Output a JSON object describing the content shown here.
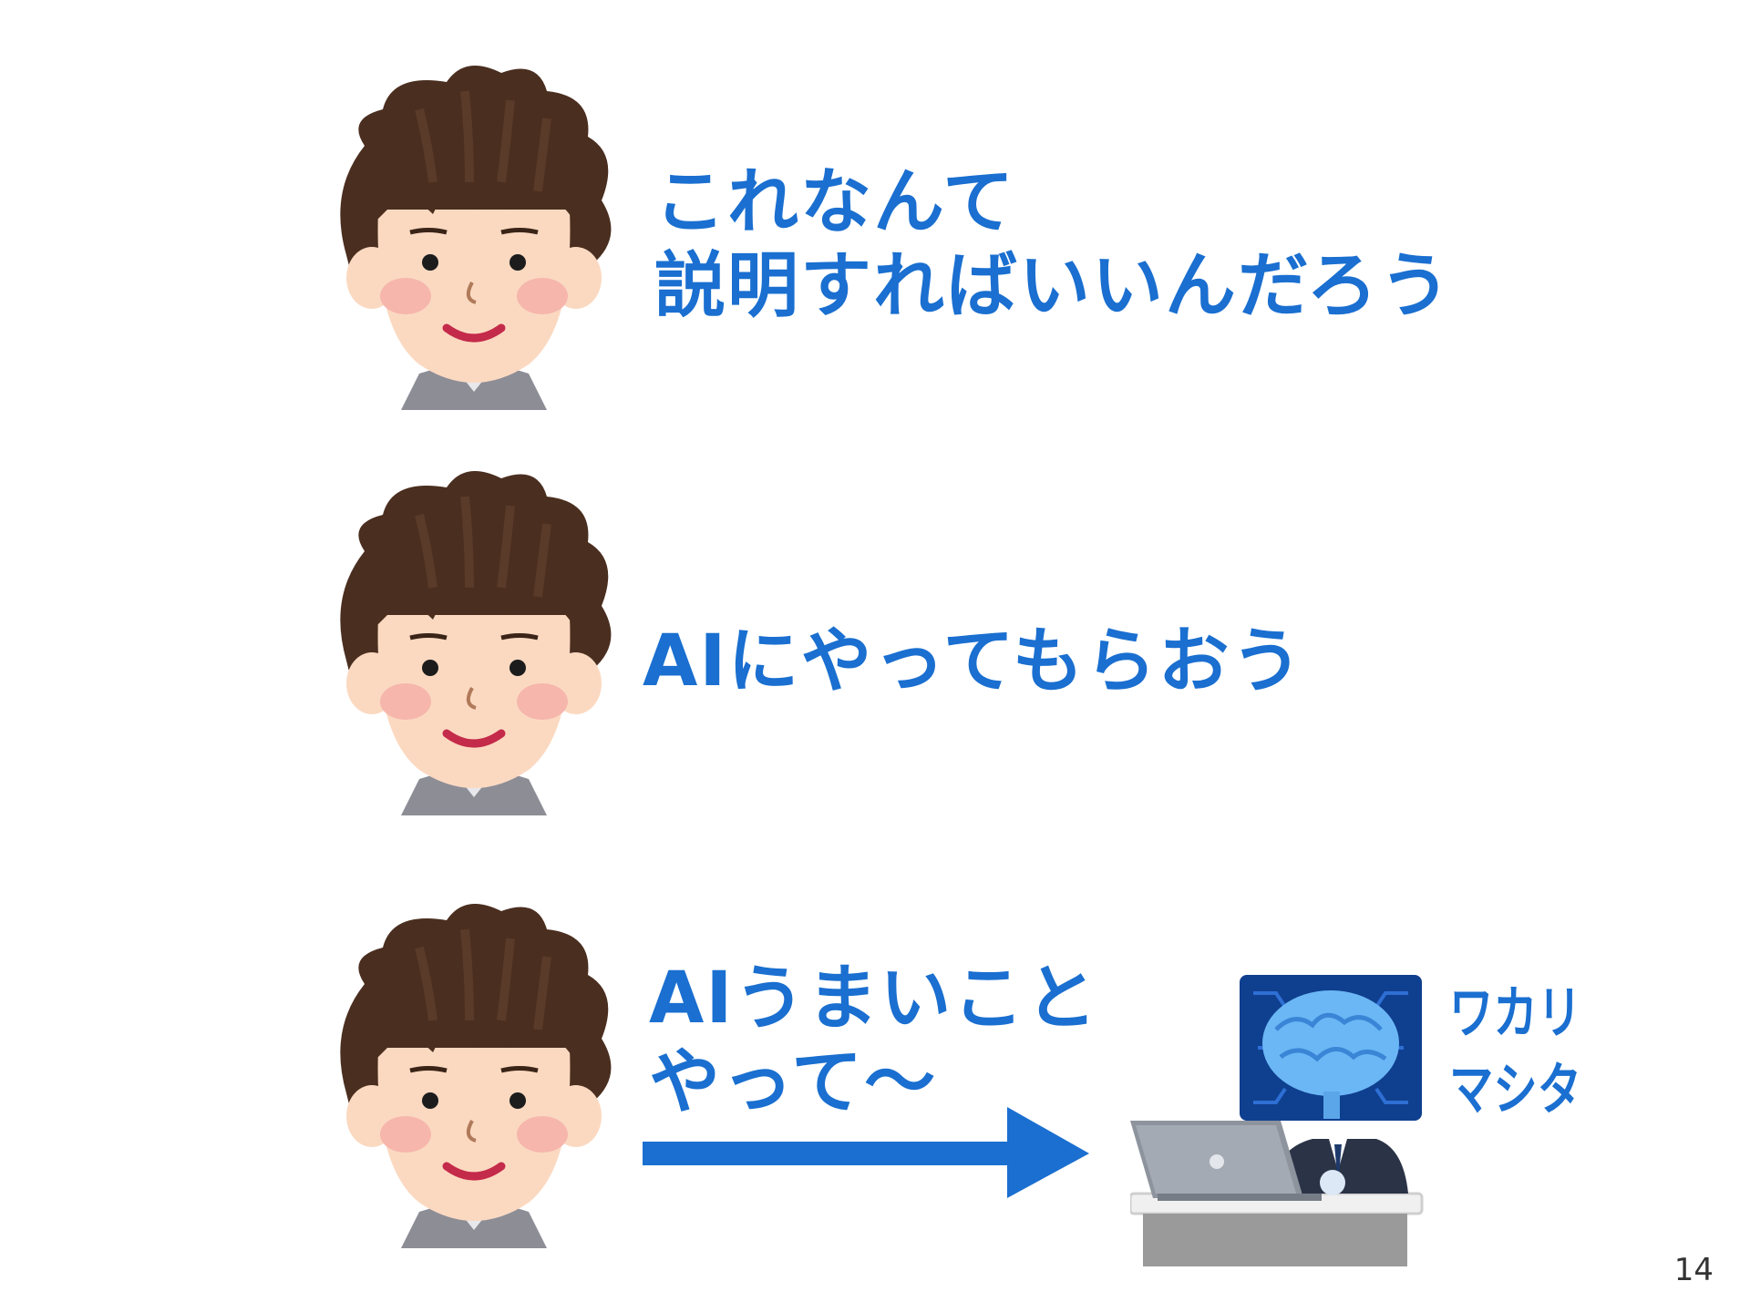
{
  "slide": {
    "captions": [
      "これなんて\n説明すればいいんだろう",
      "AIにやってもらおう",
      "AIうまいこと\nやって～"
    ],
    "ai_label": "ワカリ\nマシタ",
    "page_number": "14"
  },
  "colors": {
    "accent": "#1a6fd0",
    "hair": "#4a2e1f",
    "skin": "#fbd9c1",
    "cheek": "#f6b6ac",
    "mouth": "#c42a4a",
    "shirt": "#8d8d96",
    "brain": "#6bb7f5",
    "screen": "#0f3f8f"
  },
  "icons": [
    "person-face-icon",
    "right-arrow-icon",
    "ai-robot-laptop-icon"
  ]
}
